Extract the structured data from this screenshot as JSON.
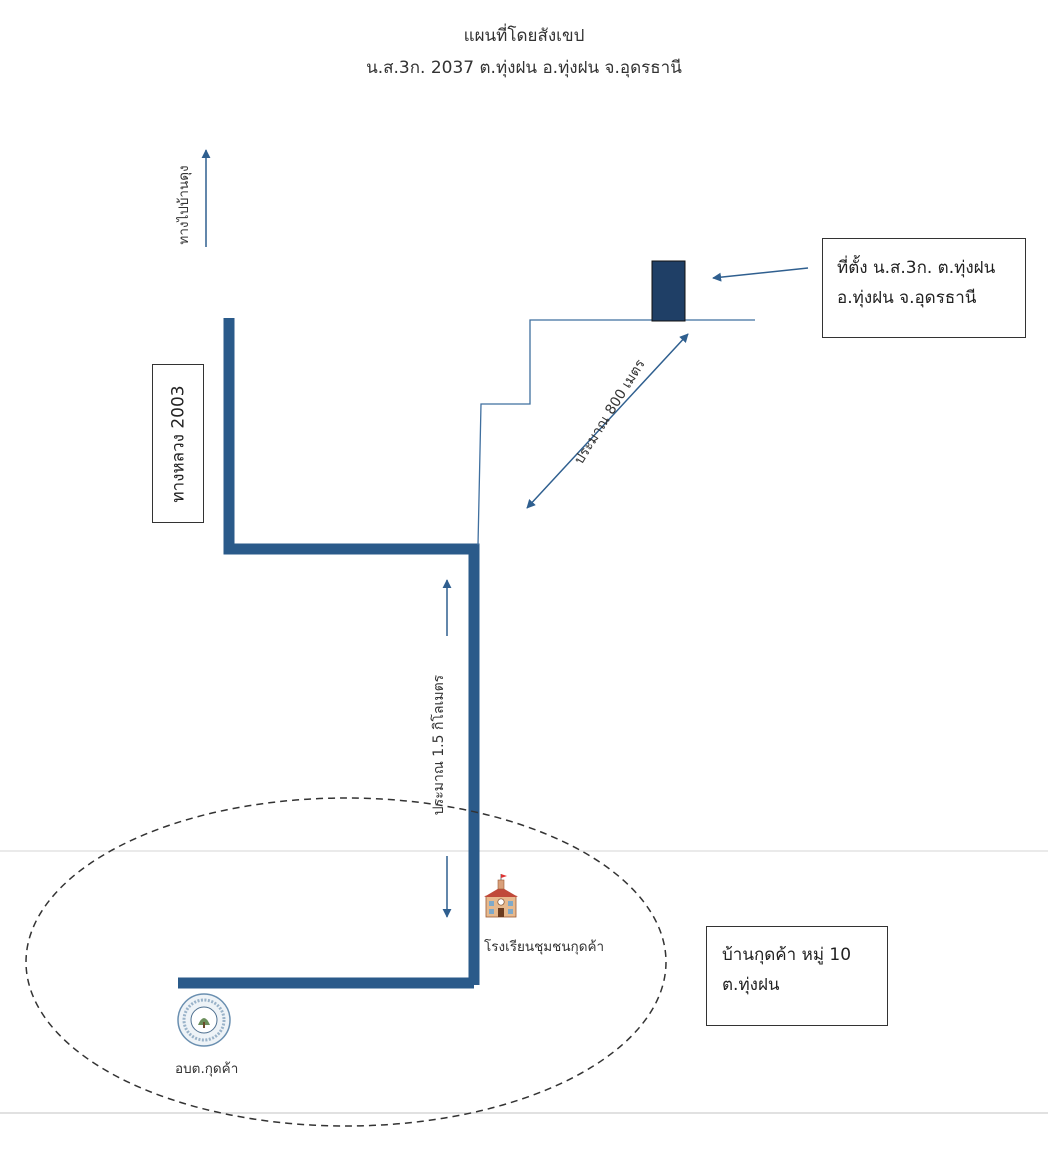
{
  "map": {
    "title_line1": "แผนที่โดยสังเขป",
    "title_line2": "น.ส.3ก. 2037 ต.ทุ่งฝน อ.ทุ่งฝน จ.อุดรธานี",
    "direction_label": "ทางไปบ้านดุง",
    "highway_label": "ทางหลวง 2003",
    "site_box": {
      "line1": "ที่ตั้ง น.ส.3ก. ต.ทุ่งฝน",
      "line2": "อ.ทุ่งฝน จ.อุดรธานี"
    },
    "distance_800": "ประมาณ 800 เมตร",
    "distance_1_5": "ประมาณ 1.5 กิโลเมตร",
    "school_label": "โรงเรียนชุมชนกุดค้า",
    "office_label": "อบต.กุดค้า",
    "village_box": {
      "line1": "บ้านกุดค้า หมู่ 10",
      "line2": "ต.ทุ่งฝน"
    },
    "colors": {
      "road": "#2a5a8a",
      "arrow": "#2f5f8f",
      "plot": "#1f3f66",
      "dashed": "#333333"
    },
    "icons": [
      "school-icon",
      "seal-icon"
    ]
  }
}
